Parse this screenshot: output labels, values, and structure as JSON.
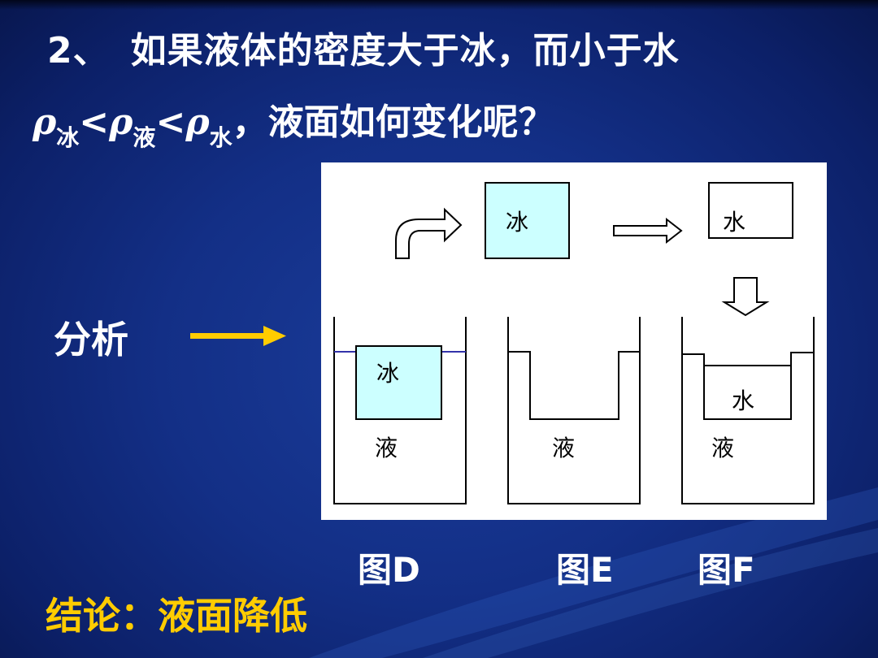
{
  "title": {
    "line1_num": "2、",
    "line1_text": "如果液体的密度大于冰，而小于水",
    "rho": "ρ",
    "sub_ice": "冰",
    "sub_liquid": "液",
    "sub_water": "水",
    "lt": "<",
    "line2_tail": "，液面如何变化呢？"
  },
  "analysis_label": "分析",
  "conclusion": "结论：液面降低",
  "figures": {
    "d_label": "图D",
    "e_label": "图E",
    "f_label": "图F"
  },
  "diagram": {
    "ice_top": "冰",
    "water_top": "水",
    "ice_d": "冰",
    "liquid_d": "液",
    "liquid_e": "液",
    "water_f": "水",
    "liquid_f": "液"
  },
  "colors": {
    "background": "#132f86",
    "arrow": "#ffcc00",
    "ice_fill": "#ccffff",
    "liquid_line": "#3333aa"
  }
}
